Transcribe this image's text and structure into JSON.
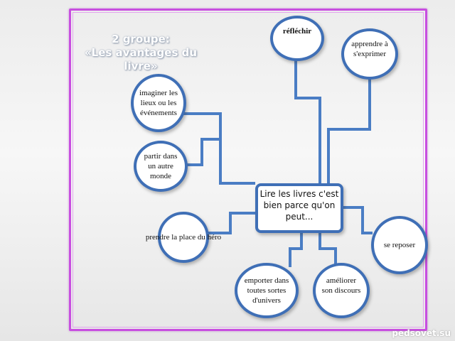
{
  "title": "2 groupe:\n«Les avantages du livre»",
  "center": "Lire les livres c'est bien parce qu'on peut...",
  "nodes": {
    "reflechir": "réfléchir",
    "apprendre": "apprendre à s'exprimer",
    "imaginer": "imaginer les lieux ou les événements",
    "partir": "partir dans un autre monde",
    "prendre": "prendre la place du héro",
    "reposer": "se reposer",
    "emporter": "emporter dans toutes sortes d'univers",
    "ameliorer": "améliorer son discours"
  },
  "watermark": "pedsovet.su",
  "colors": {
    "frame": "#c84ee0",
    "node_border": "#3f6fb6",
    "connector": "#4a7dc4"
  }
}
